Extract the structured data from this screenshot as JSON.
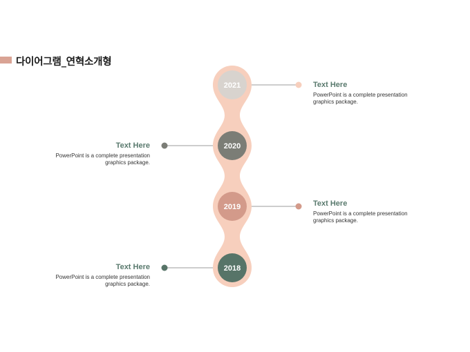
{
  "title": "다이어그램_연혁소개형",
  "colors": {
    "accent": "#d9a394",
    "track": "#f7cfbd",
    "text_heading": "#5a7a6e"
  },
  "items": [
    {
      "year": "2021",
      "heading": "Text Here",
      "desc_line1": "PowerPoint is a complete presentation",
      "desc_line2": "graphics package.",
      "side": "right",
      "circle_color": "#d8d3ce",
      "dot_color": "#f7cfbd"
    },
    {
      "year": "2020",
      "heading": "Text Here",
      "desc_line1": "PowerPoint is a complete presentation",
      "desc_line2": "graphics package.",
      "side": "left",
      "circle_color": "#7b7d76",
      "dot_color": "#7b7d76"
    },
    {
      "year": "2019",
      "heading": "Text Here",
      "desc_line1": "PowerPoint is a complete presentation",
      "desc_line2": "graphics package.",
      "side": "right",
      "circle_color": "#d39a8a",
      "dot_color": "#d39a8a"
    },
    {
      "year": "2018",
      "heading": "Text Here",
      "desc_line1": "PowerPoint is a complete presentation",
      "desc_line2": "graphics package.",
      "side": "left",
      "circle_color": "#577468",
      "dot_color": "#577468"
    }
  ]
}
